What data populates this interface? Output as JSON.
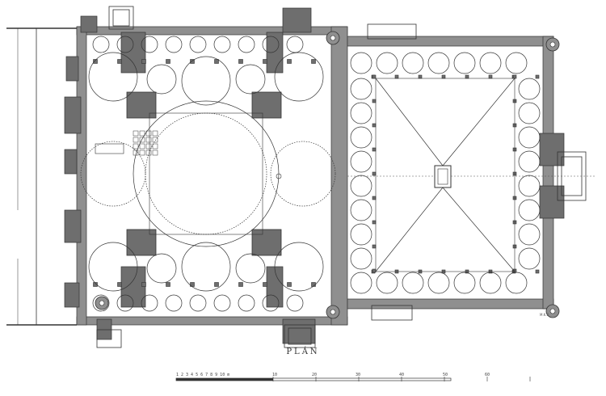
{
  "title": "PLÁN",
  "signature": "M.K.P.",
  "scale": {
    "label": "1 2 3 4 5 6 7 8 9 10 m",
    "ticks": [
      "10",
      "20",
      "30",
      "40",
      "50",
      "60"
    ]
  },
  "colors": {
    "wall": "#8f8f8f",
    "wall_dark": "#6e6e6e",
    "line": "#333333",
    "dotted": "#555555",
    "background": "#ffffff"
  }
}
